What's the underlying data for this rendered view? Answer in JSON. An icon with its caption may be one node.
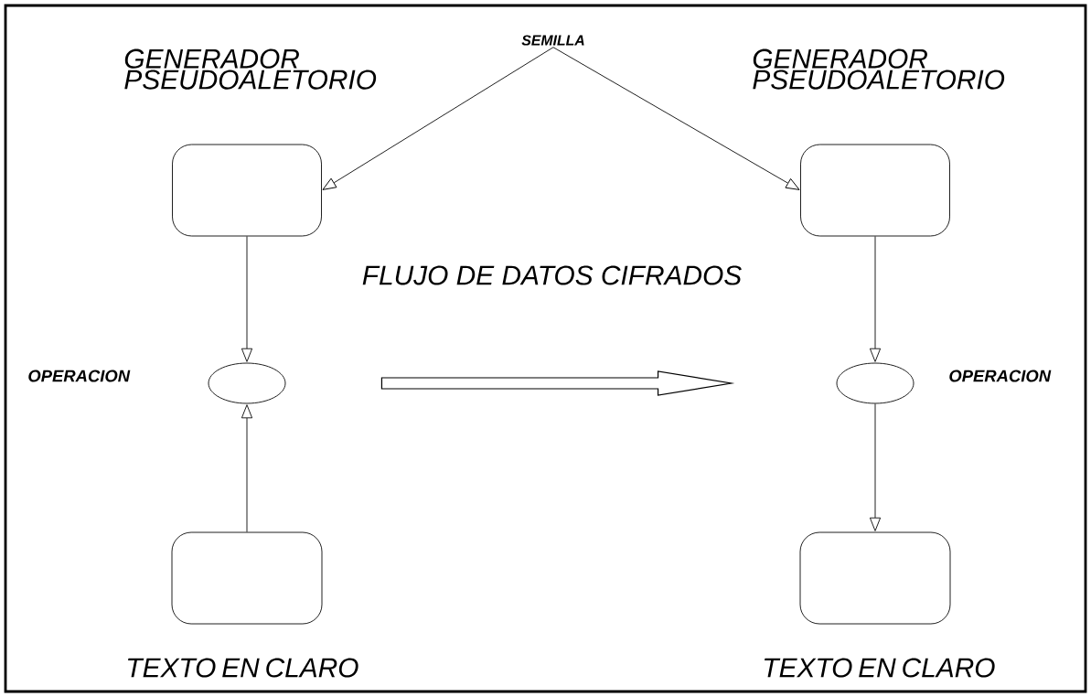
{
  "diagram": {
    "nodes": [
      {
        "text": [
          "SEMILLA"
        ]
      },
      {
        "text": [
          "GENERADOR PSEUDOALETORIO"
        ]
      },
      {
        "text": [
          "GENERADOR PSEUDOALETORIO"
        ]
      },
      {
        "text": [],
        "shape": "circle"
      },
      {
        "text": [],
        "shape": "circle"
      },
      {
        "text": [
          "TEXTO EN CLARO"
        ]
      },
      {
        "text": [
          "TEXTO EN CLARO"
        ]
      }
    ],
    "edges": [
      {
        "from": 0,
        "to": 1,
        "arrow": "to"
      },
      {
        "from": 0,
        "to": 2,
        "arrow": "to"
      },
      {
        "from": 1,
        "to": 3,
        "arrow": "to"
      },
      {
        "from": 5,
        "to": 3,
        "arrow": "to"
      },
      {
        "from": 3,
        "to": 4,
        "arrow": "to",
        "style": "thick",
        "label": "FLUJO DE DATOS CIFRADOS"
      },
      {
        "from": 2,
        "to": 4,
        "arrow": "to"
      },
      {
        "from": 4,
        "to": 6,
        "arrow": "to"
      }
    ],
    "labels": [
      "OPERACION",
      "OPERACION"
    ]
  }
}
